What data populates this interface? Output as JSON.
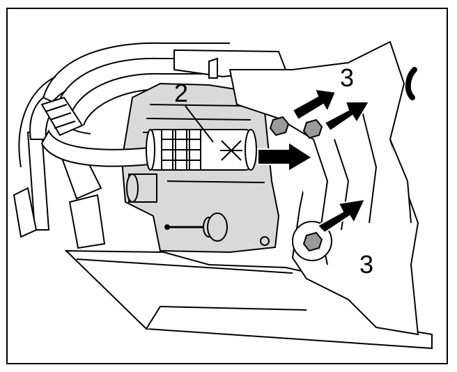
{
  "callouts": {
    "part_2": "2",
    "part_3_top": "3",
    "part_3_bottom": "3"
  },
  "colors": {
    "line": "#000000",
    "component_shade": "#d9d9d9",
    "background": "#ffffff"
  }
}
